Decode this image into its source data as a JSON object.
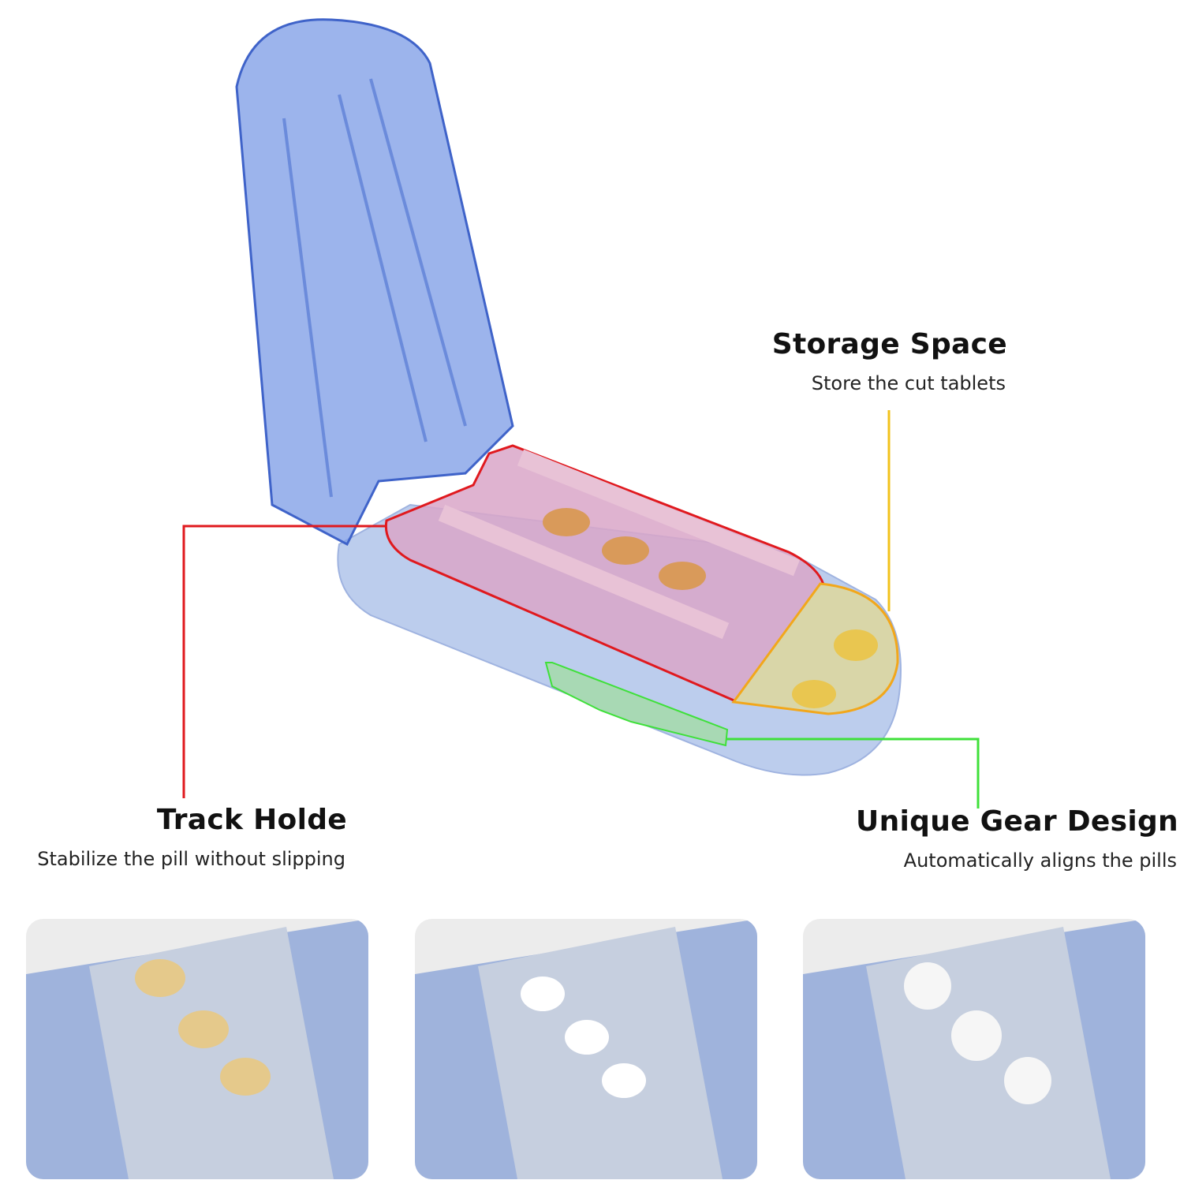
{
  "callouts": {
    "storage": {
      "title": "Storage Space",
      "subtitle": "Store the cut tablets",
      "color": "#f2c21b"
    },
    "track": {
      "title": "Track Holde",
      "subtitle": "Stabilize the pill without slipping",
      "color": "#e0191e"
    },
    "gear": {
      "title": "Unique Gear Design",
      "subtitle": "Automatically aligns the pills",
      "color": "#3fe03a"
    }
  },
  "colors": {
    "lid_blue": "#5b7fd9",
    "base_blue": "#b7c9ec",
    "pill_orange": "#d99a5a",
    "pill_yellow": "#e9c650"
  },
  "thumbnails": [
    {
      "pill": "yellow-oval-split",
      "pill_color": "#e5c98b"
    },
    {
      "pill": "white-capsule-split",
      "pill_color": "#ffffff"
    },
    {
      "pill": "white-round-split",
      "pill_color": "#f6f6f6"
    }
  ]
}
